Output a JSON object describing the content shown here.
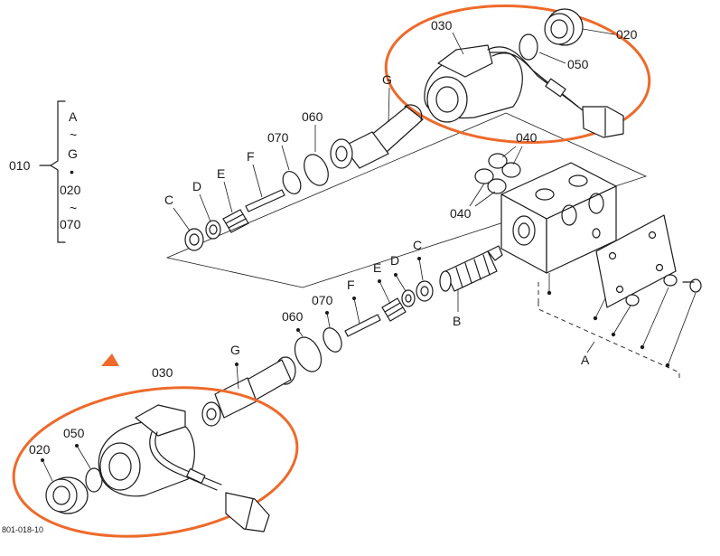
{
  "labels": {
    "assembly": "010",
    "bracket_a": "A",
    "bracket_g": "G",
    "bracket_020": "020",
    "bracket_070": "070",
    "tilde": "~",
    "dot": "•",
    "coil": "030",
    "nut": "020",
    "oring": "050",
    "port_oring": "040",
    "backup": "060",
    "oring_070": "070",
    "sleeve": "G",
    "rod": "F",
    "spring": "E",
    "washer_d": "D",
    "washer_c": "C",
    "cartridge": "B",
    "body": "A",
    "drawing_no": "801-018-10"
  },
  "colors": {
    "highlight": "#ee6a2a",
    "ink": "#1a1a1a",
    "background": "#ffffff"
  }
}
